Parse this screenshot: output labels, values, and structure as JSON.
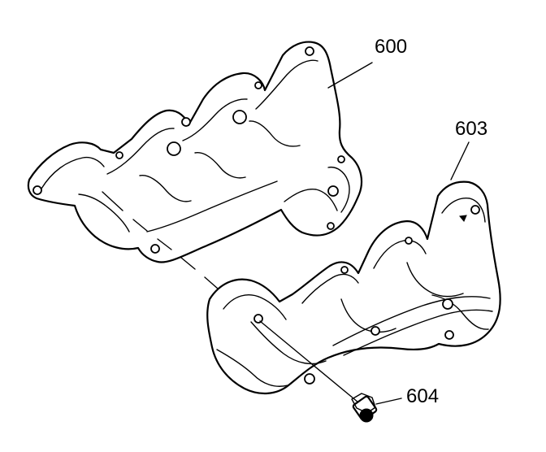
{
  "callouts": {
    "part_600": "600",
    "part_603": "603",
    "part_604": "604"
  },
  "colors": {
    "line": "#000000",
    "background": "#ffffff"
  }
}
